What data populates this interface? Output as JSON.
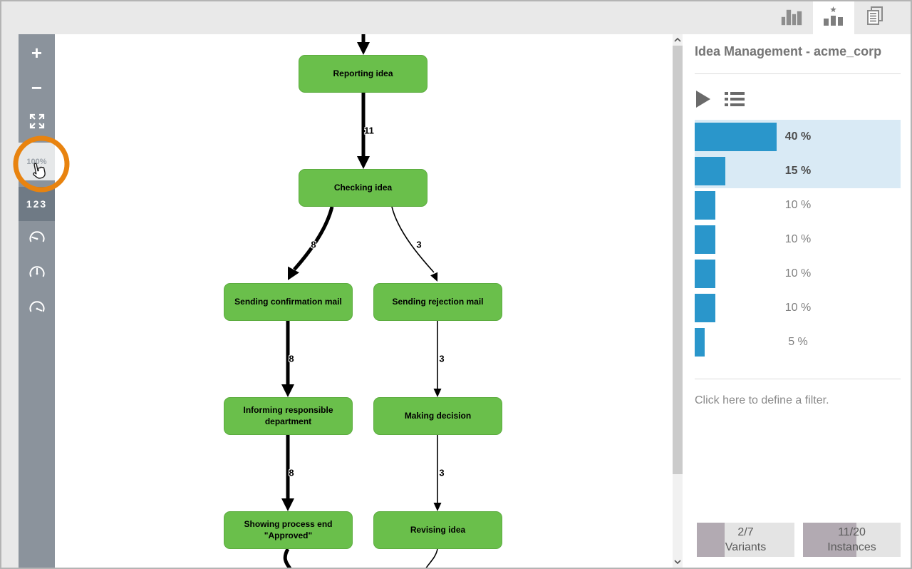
{
  "topbar": {
    "tabs": [
      {
        "id": "statistics",
        "icon": "grouped-bars-icon",
        "selected": false
      },
      {
        "id": "variants",
        "icon": "ranked-bars-star-icon",
        "selected": true
      },
      {
        "id": "cases",
        "icon": "document-stack-icon",
        "selected": false
      }
    ]
  },
  "sidebar": {
    "zoom_in_label": "+",
    "zoom_out_label": "−",
    "zoom_level": "100%",
    "numbers_label": "123",
    "icons": [
      "fit-screen-icon",
      "gauge-low-icon",
      "gauge-mid-icon",
      "gauge-high-icon"
    ]
  },
  "flowchart": {
    "node_color": "#6ABF4B",
    "nodes": [
      {
        "label": "Reporting idea"
      },
      {
        "label": "Checking idea"
      },
      {
        "label": "Sending confirmation mail"
      },
      {
        "label": "Sending rejection mail"
      },
      {
        "label": "Informing responsible department"
      },
      {
        "label": "Making decision"
      },
      {
        "label": "Showing process end \"Approved\""
      },
      {
        "label": "Revising idea"
      }
    ],
    "edges": [
      {
        "label": "11"
      },
      {
        "label": "8"
      },
      {
        "label": "3"
      },
      {
        "label": "8"
      },
      {
        "label": "3"
      },
      {
        "label": "8"
      },
      {
        "label": "3"
      }
    ]
  },
  "panel": {
    "title": "Idea Management - acme_corp",
    "filter_hint": "Click here to define a filter.",
    "counters": [
      {
        "value": "2/7",
        "label": "Variants",
        "fraction": 0.2857
      },
      {
        "value": "11/20",
        "label": "Instances",
        "fraction": 0.55
      }
    ]
  },
  "chart_data": {
    "type": "bar",
    "orientation": "horizontal",
    "values": [
      40,
      15,
      10,
      10,
      10,
      10,
      5
    ],
    "labels": [
      "40 %",
      "15 %",
      "10 %",
      "10 %",
      "10 %",
      "10 %",
      "5 %"
    ],
    "selected": [
      true,
      true,
      false,
      false,
      false,
      false,
      false
    ],
    "unit": "%",
    "bar_color": "#2A96CB",
    "selected_row_bg": "#D9EAF5",
    "legend": "none",
    "grid": false
  },
  "annotation": {
    "shape": "highlight-circle",
    "color": "#E8830F",
    "target": "zoom-level-button",
    "cursor": "hand-pointer"
  }
}
